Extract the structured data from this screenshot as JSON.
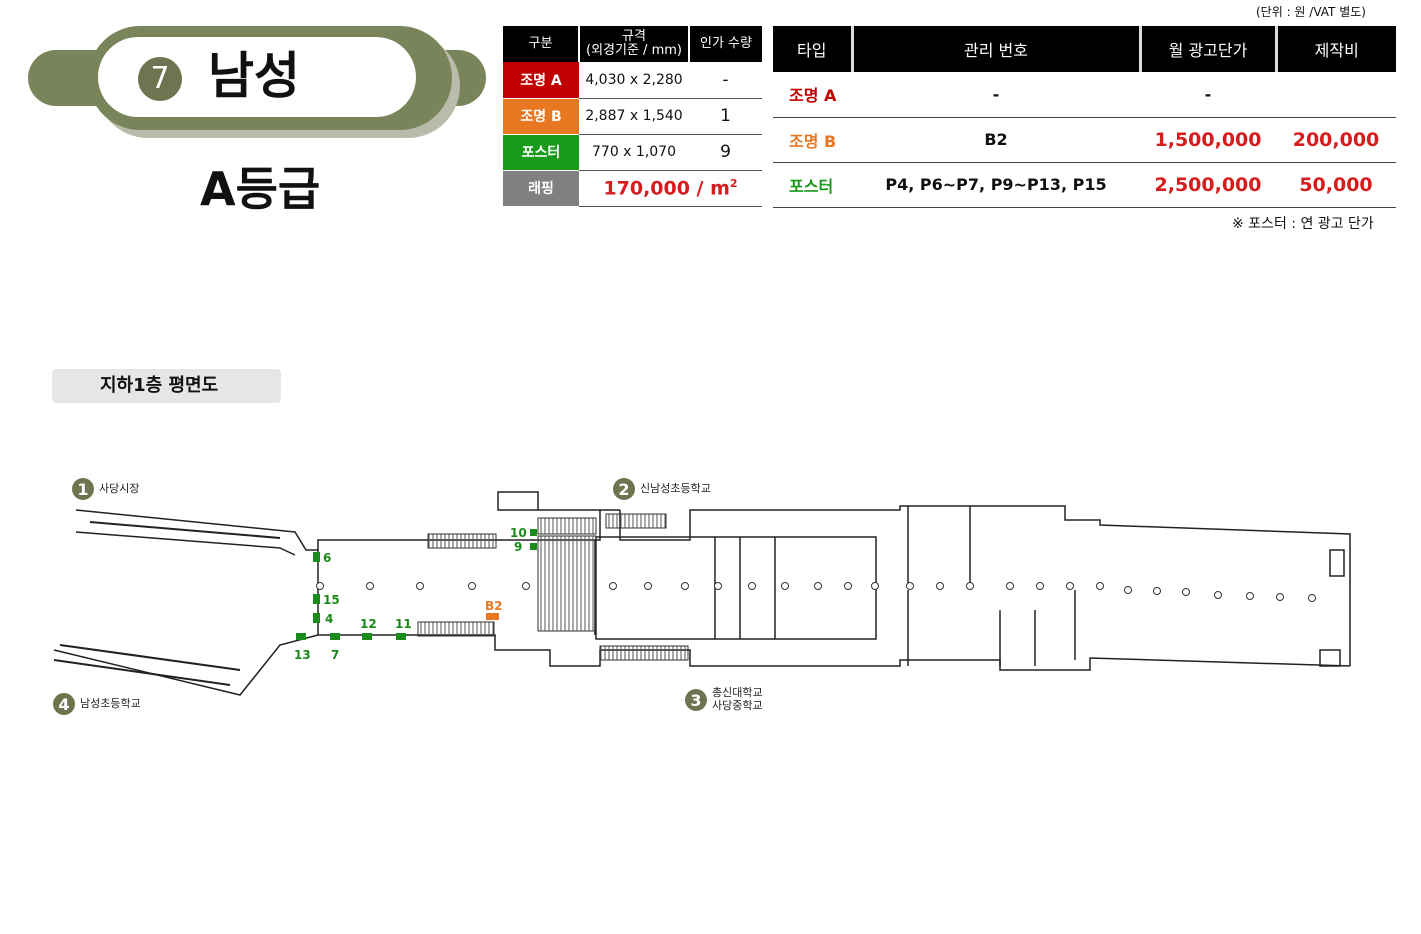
{
  "station": {
    "number": "7",
    "name": "남성",
    "grade": "A등급"
  },
  "unit_note": "(단위 : 원 /VAT 별도)",
  "spec_table": {
    "headers": [
      "구분",
      "규격",
      "(외경기준 / mm)",
      "인가 수량"
    ],
    "rows": [
      {
        "label": "조명 A",
        "color": "#c00000",
        "size": "4,030 x 2,280",
        "qty": "-"
      },
      {
        "label": "조명 B",
        "color": "#e87722",
        "size": "2,887 x 1,540",
        "qty": "1"
      },
      {
        "label": "포스터",
        "color": "#1a9a1a",
        "size": "770 x 1,070",
        "qty": "9"
      }
    ],
    "wrap": {
      "label": "래핑",
      "color": "#808080",
      "price": "170,000 / m",
      "sup": "2"
    }
  },
  "price_table": {
    "headers": [
      "타입",
      "관리 번호",
      "월 광고단가",
      "제작비"
    ],
    "rows": [
      {
        "type": "조명 A",
        "color": "#c00000",
        "ids": "-",
        "monthly": "-",
        "production": ""
      },
      {
        "type": "조명 B",
        "color": "#e87722",
        "ids": "B2",
        "monthly": "1,500,000",
        "production": "200,000"
      },
      {
        "type": "포스터",
        "color": "#1a9a1a",
        "ids": "P4, P6~P7, P9~P13, P15",
        "monthly": "2,500,000",
        "production": "50,000"
      }
    ]
  },
  "footnote": "※ 포스터 : 연 광고 단가",
  "floor_label": "지하1층 평면도",
  "plan": {
    "exits": [
      {
        "num": "1",
        "name": "사당시장"
      },
      {
        "num": "2",
        "name": "신남성초등학교"
      },
      {
        "num": "3",
        "name": "총신대학교",
        "name2": "사당중학교"
      },
      {
        "num": "4",
        "name": "남성초등학교"
      }
    ],
    "markers": {
      "m6": "6",
      "m15": "15",
      "m4": "4",
      "m12": "12",
      "m11": "11",
      "m13": "13",
      "m7": "7",
      "m10": "10",
      "m9": "9",
      "mB2": "B2"
    },
    "colors": {
      "poster": "#1a8a1a",
      "light_b": "#e87722"
    }
  }
}
